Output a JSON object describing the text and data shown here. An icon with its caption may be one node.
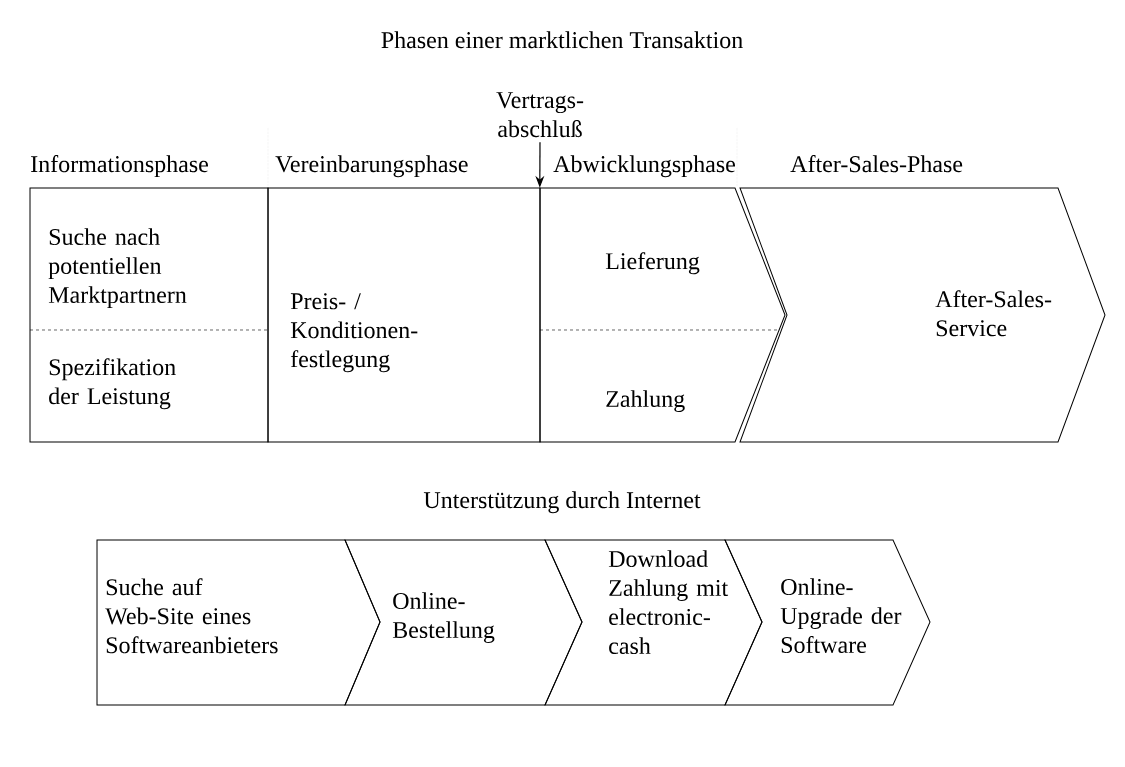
{
  "diagram": {
    "title": "Phasen einer marktlichen Transaktion",
    "nodes": [
      {
        "text": [
          "Informationsphase",
          "Suche nach potentiellen Marktpartnern",
          "Spezifikation der Leistung"
        ]
      },
      {
        "text": [
          "Vereinbarungsphase",
          "Preis- / Konditionen-festlegung"
        ]
      },
      {
        "text": [
          "Abwicklungsphase",
          "Lieferung",
          "Zahlung"
        ]
      },
      {
        "text": [
          "After-Sales-Phase",
          "After-Sales-Service"
        ]
      },
      {
        "text": [
          "Vertrags-abschluß"
        ]
      },
      {
        "text": [
          "Suche auf Web-Site eines Softwareanbieters"
        ]
      },
      {
        "text": [
          "Online-Bestellung"
        ]
      },
      {
        "text": [
          "Download Zahlung mit electronic-cash"
        ]
      },
      {
        "text": [
          "Online-Upgrade der Software"
        ]
      }
    ],
    "edges": [
      {
        "from": 4,
        "to": 2,
        "arrow": "to"
      }
    ],
    "labels": [
      "Unterstützung durch Internet"
    ]
  }
}
